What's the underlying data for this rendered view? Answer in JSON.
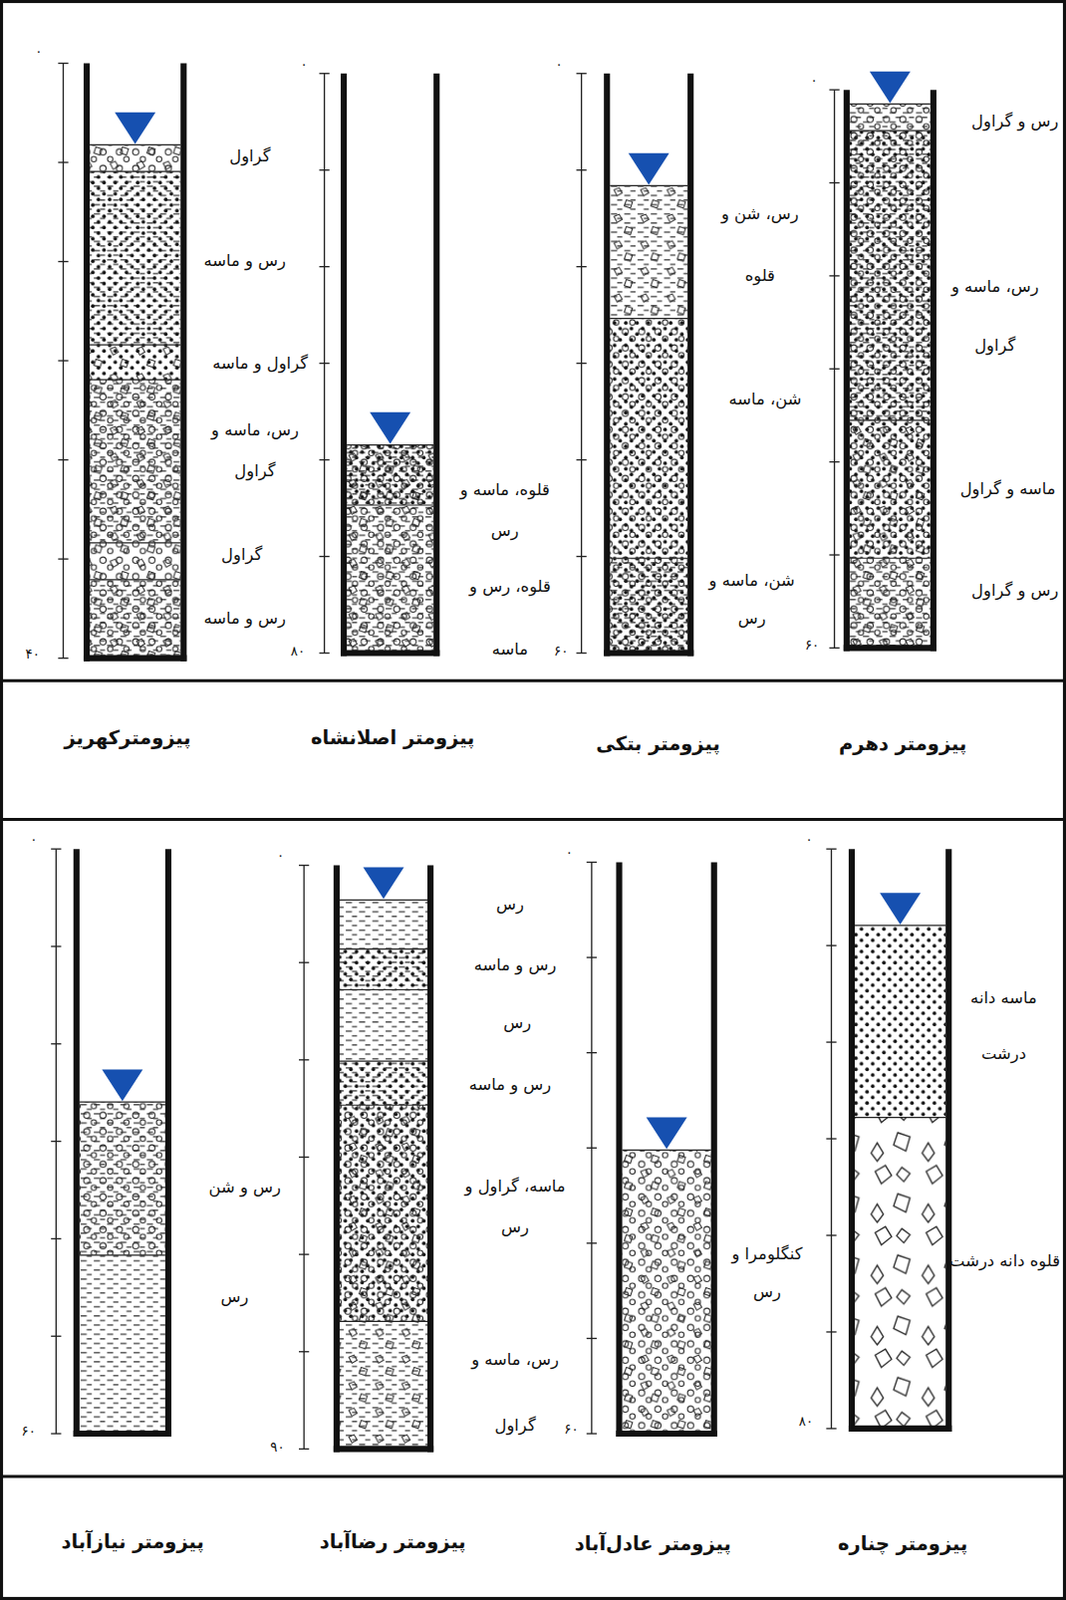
{
  "diagram": {
    "nodes": [
      {
        "text": [
          "پیزومتر دهرم",
          "پیزومتر بتکی",
          "پیزومتر اصلانشاه",
          "پیزومترکهریز"
        ]
      },
      {
        "text": [
          "پیزومتر چناره",
          "پیزومتر عادل‌آباد",
          "پیزومتر رضاآباد",
          "پیزومتر نیازآباد"
        ]
      }
    ],
    "labels": [
      "۰",
      "رس و گراول",
      "رس، ماسه و گراول",
      "ماسه و گراول",
      "رس و گراول",
      "۶۰",
      "۰",
      "رس، شن و قلوه",
      "شن، ماسه",
      "شن، ماسه و رس",
      "۶۰",
      "۰",
      "قلوه، ماسه و رس",
      "قلوه، رس و ماسه",
      "۸۰",
      "۰",
      "گراول",
      "رس و ماسه",
      "گراول و ماسه",
      "رس، ماسه و گراول",
      "گراول",
      "رس و ماسه",
      "۴۰",
      "۰",
      "ماسه دانه درشت",
      "قلوه دانه درشت",
      "۸۰",
      "۰",
      "کنگلومرا و رس",
      "۶۰",
      "۰",
      "رس",
      "رس و ماسه",
      "رس",
      "رس و ماسه",
      "ماسه، گراول و رس",
      "رس، ماسه و گراول",
      "۹۰",
      "۰",
      "رس و شن",
      "رس",
      "۶۰"
    ]
  }
}
